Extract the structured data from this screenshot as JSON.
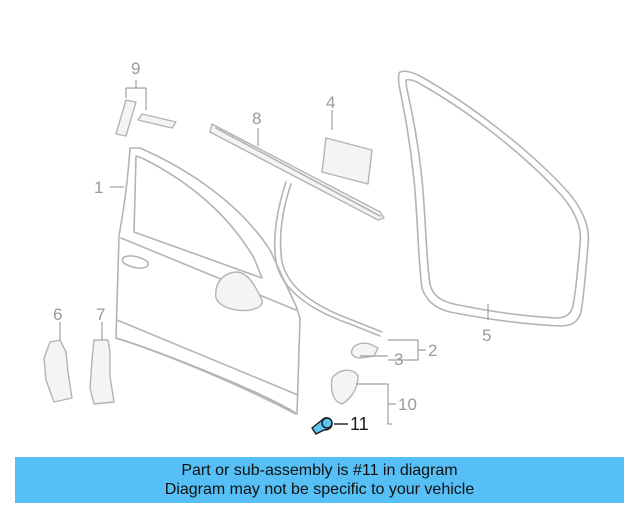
{
  "callouts": {
    "c1": "1",
    "c2": "2",
    "c3": "3",
    "c4": "4",
    "c5": "5",
    "c6": "6",
    "c7": "7",
    "c8": "8",
    "c9": "9",
    "c10": "10",
    "c11": "11"
  },
  "highlight_color": "#5ec4f0",
  "banner": {
    "color": "#56bff5",
    "line1": "Part or sub-assembly is #11 in diagram",
    "line2": "Diagram may not be specific to your vehicle"
  }
}
